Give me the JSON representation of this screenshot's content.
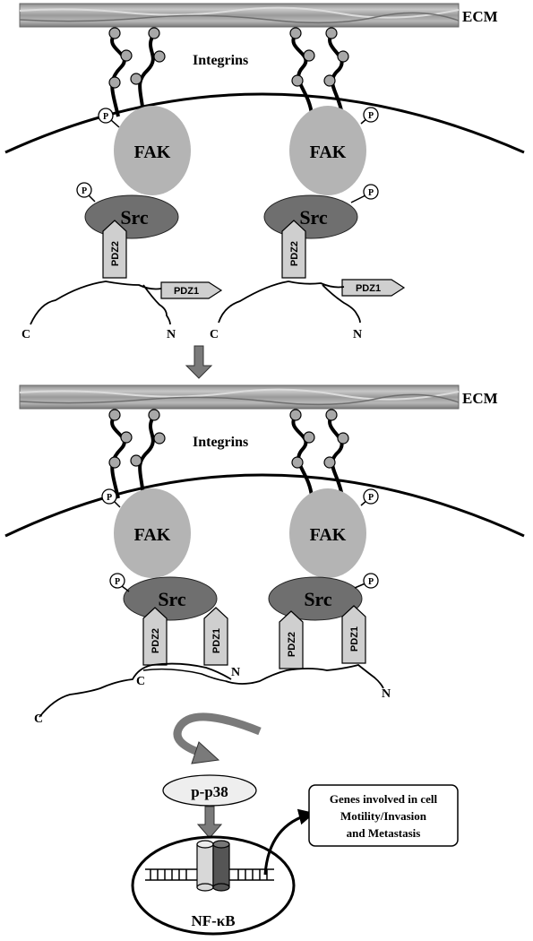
{
  "labels": {
    "ecm": "ECM",
    "integrins": "Integrins",
    "fak": "FAK",
    "src": "Src",
    "phospho": "P",
    "pdz1": "PDZ1",
    "pdz2": "PDZ2",
    "c_terminus": "C",
    "n_terminus": "N",
    "p38": "p-p38",
    "nfkb": "NF-κB",
    "genes_line1": "Genes involved in cell",
    "genes_line2": "Motility/Invasion",
    "genes_line3": "and Metastasis"
  }
}
